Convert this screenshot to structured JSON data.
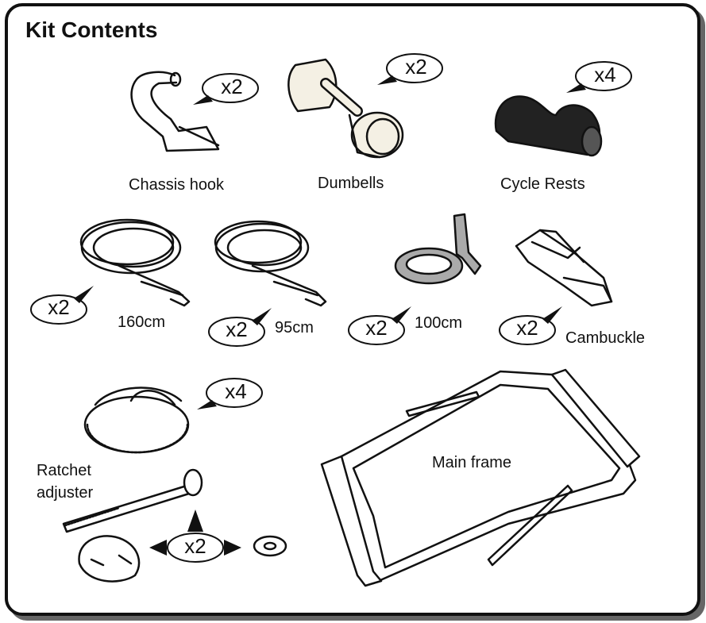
{
  "title": "Kit Contents",
  "items": [
    {
      "name": "Chassis hook",
      "qty": "x2"
    },
    {
      "name": "Dumbells",
      "qty": "x2"
    },
    {
      "name": "Cycle Rests",
      "qty": "x4"
    },
    {
      "name": "160cm",
      "qty": "x2"
    },
    {
      "name": "95cm",
      "qty": "x2"
    },
    {
      "name": "100cm",
      "qty": "x2"
    },
    {
      "name": "Cambuckle",
      "qty": "x2"
    },
    {
      "name": "Ratchet\nadjuster",
      "qty": "x4"
    },
    {
      "name": "Main frame"
    },
    {
      "name": "",
      "qty": "x2"
    }
  ]
}
